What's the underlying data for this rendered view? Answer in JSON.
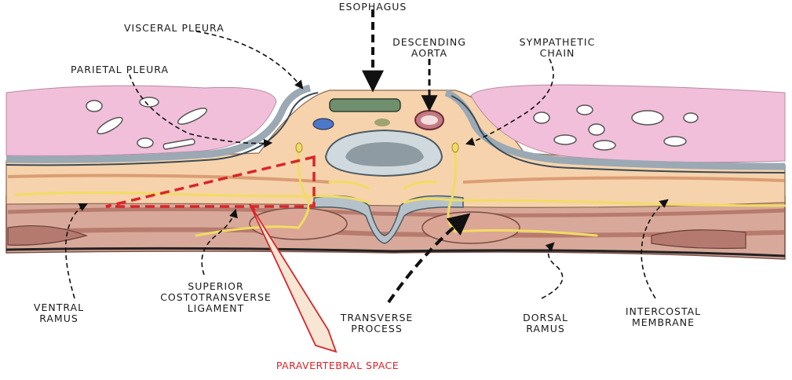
{
  "labels": {
    "esophagus": "ESOPHAGUS",
    "visceral_pleura": "VISCERAL PLEURA",
    "descending_aorta": [
      "DESCENDING",
      "AORTA"
    ],
    "sympathetic_chain": [
      "SYMPATHETIC",
      "CHAIN"
    ],
    "parietal_pleura": "PARIETAL PLEURA",
    "ventral_ramus": [
      "VENTRAL",
      "RAMUS"
    ],
    "superior_costotransverse_ligament": [
      "SUPERIOR",
      "COSTOTRANSVERSE",
      "LIGAMENT"
    ],
    "transverse_process": [
      "TRANSVERSE",
      "PROCESS"
    ],
    "dorsal_ramus": [
      "DORSAL",
      "RAMUS"
    ],
    "intercostal_membrane": [
      "INTERCOSTAL",
      "MEMBRANE"
    ],
    "paravertebral_space": "PARAVERTEBRAL SPACE"
  },
  "colors": {
    "lung": "#f1bfd9",
    "tissue": "#f6d3ac",
    "pleura": "#9aa9b4",
    "vertebra": "#b5c2c9",
    "nerve": "#f1dc63",
    "highlight_red": "#d9262b",
    "arrow": "#111111"
  }
}
